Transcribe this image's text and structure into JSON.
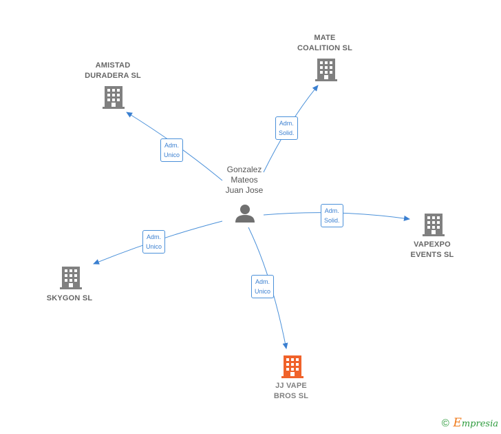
{
  "colors": {
    "edge": "#4a90d9",
    "company_icon": "#808080",
    "main_company_icon": "#f0622a",
    "person_icon": "#707070"
  },
  "person": {
    "name_lines": [
      "Gonzalez",
      "Mateos",
      "Juan Jose"
    ],
    "icon": "person-icon"
  },
  "companies": {
    "amistad": {
      "lines": [
        "AMISTAD",
        "DURADERA SL"
      ],
      "icon": "building-icon"
    },
    "mate": {
      "lines": [
        "MATE",
        "COALITION  SL"
      ],
      "icon": "building-icon"
    },
    "vapexpo": {
      "lines": [
        "VAPEXPO",
        "EVENTS  SL"
      ],
      "icon": "building-icon"
    },
    "skygon": {
      "lines": [
        "SKYGON  SL"
      ],
      "icon": "building-icon"
    },
    "jjvape": {
      "lines": [
        "JJ VAPE",
        "BROS  SL"
      ],
      "icon": "building-icon",
      "highlighted": true
    }
  },
  "relations": {
    "amistad": [
      "Adm.",
      "Unico"
    ],
    "mate": [
      "Adm.",
      "Solid."
    ],
    "vapexpo": [
      "Adm.",
      "Solid."
    ],
    "skygon": [
      "Adm.",
      "Unico"
    ],
    "jjvape": [
      "Adm.",
      "Unico"
    ]
  },
  "footer": {
    "copyright_symbol": "©",
    "brand_first": "E",
    "brand_rest": "mpresia"
  }
}
